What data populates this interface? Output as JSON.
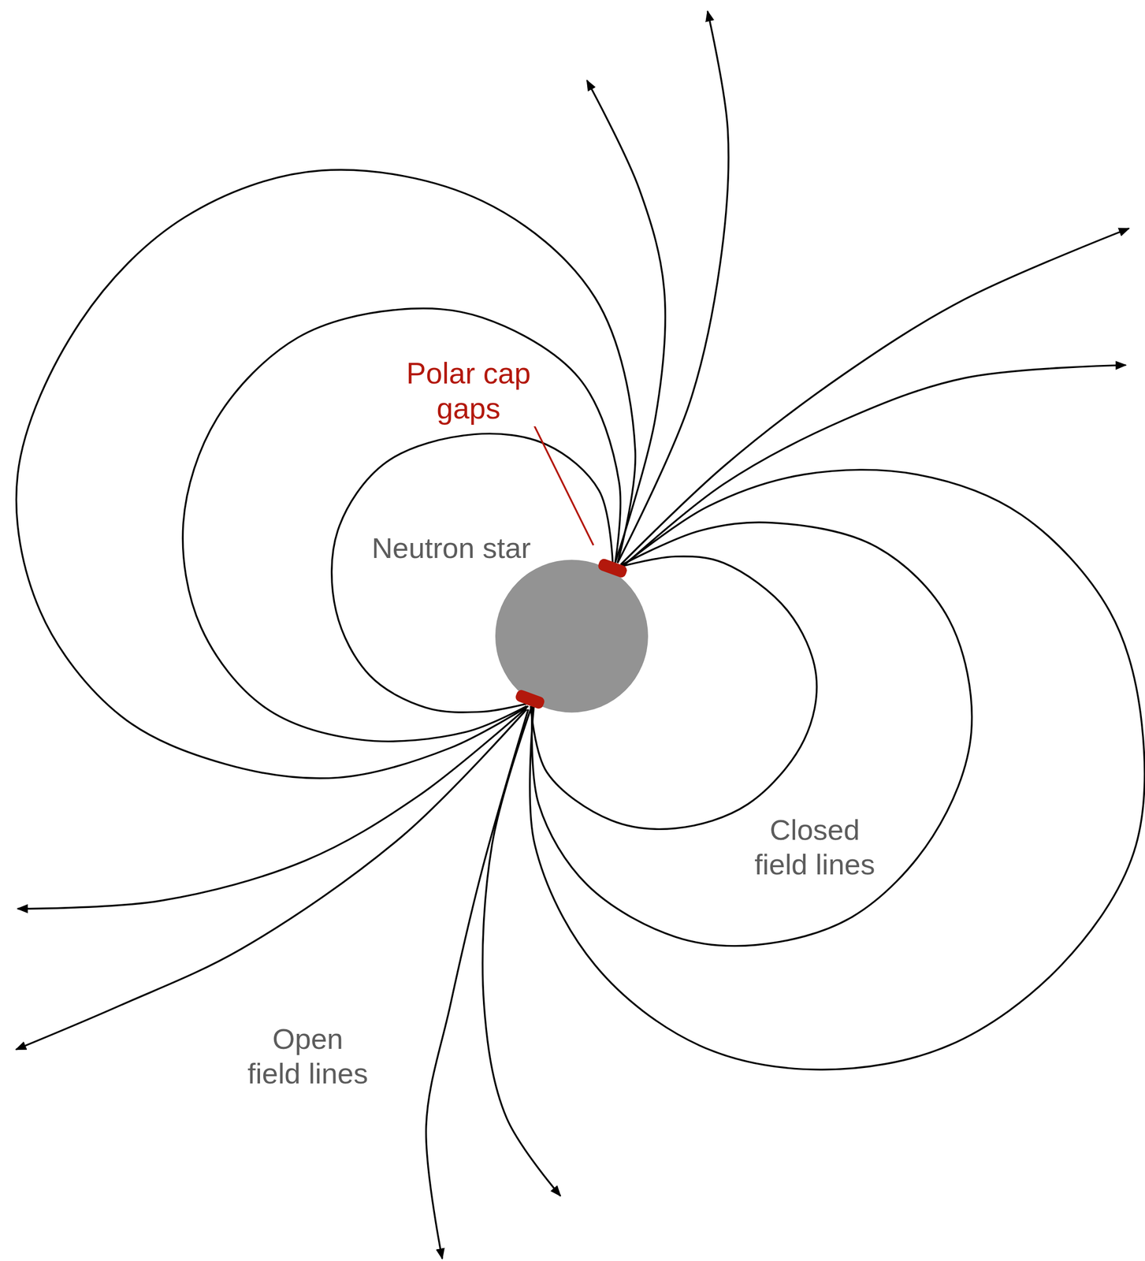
{
  "diagram": {
    "labels": [
      "Polar cap gaps",
      "Neutron star",
      "Closed field lines",
      "Open field lines"
    ]
  }
}
